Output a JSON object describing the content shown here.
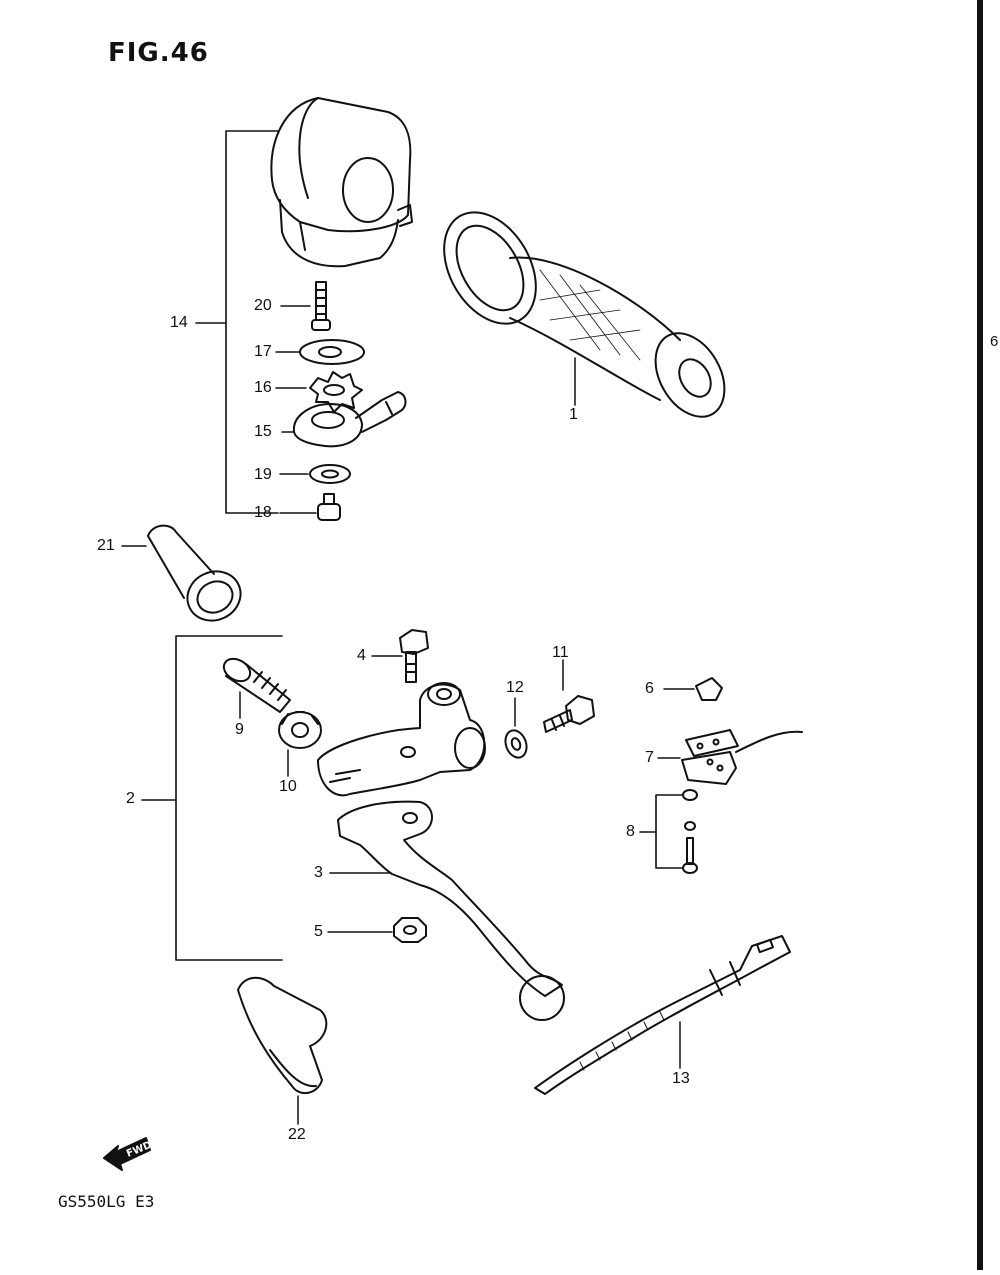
{
  "figure": {
    "title": "FIG.46",
    "model_code": "GS550LG E3",
    "edge_mark": "6",
    "direction_mark": "FWD"
  },
  "parts": [
    {
      "id": "1",
      "label": "1"
    },
    {
      "id": "2",
      "label": "2"
    },
    {
      "id": "3",
      "label": "3"
    },
    {
      "id": "4",
      "label": "4"
    },
    {
      "id": "5",
      "label": "5"
    },
    {
      "id": "6",
      "label": "6"
    },
    {
      "id": "7",
      "label": "7"
    },
    {
      "id": "8",
      "label": "8"
    },
    {
      "id": "9",
      "label": "9"
    },
    {
      "id": "10",
      "label": "10"
    },
    {
      "id": "11",
      "label": "11"
    },
    {
      "id": "12",
      "label": "12"
    },
    {
      "id": "13",
      "label": "13"
    },
    {
      "id": "14",
      "label": "14"
    },
    {
      "id": "15",
      "label": "15"
    },
    {
      "id": "16",
      "label": "16"
    },
    {
      "id": "17",
      "label": "17"
    },
    {
      "id": "18",
      "label": "18"
    },
    {
      "id": "19",
      "label": "19"
    },
    {
      "id": "20",
      "label": "20"
    },
    {
      "id": "21",
      "label": "21"
    },
    {
      "id": "22",
      "label": "22"
    }
  ]
}
